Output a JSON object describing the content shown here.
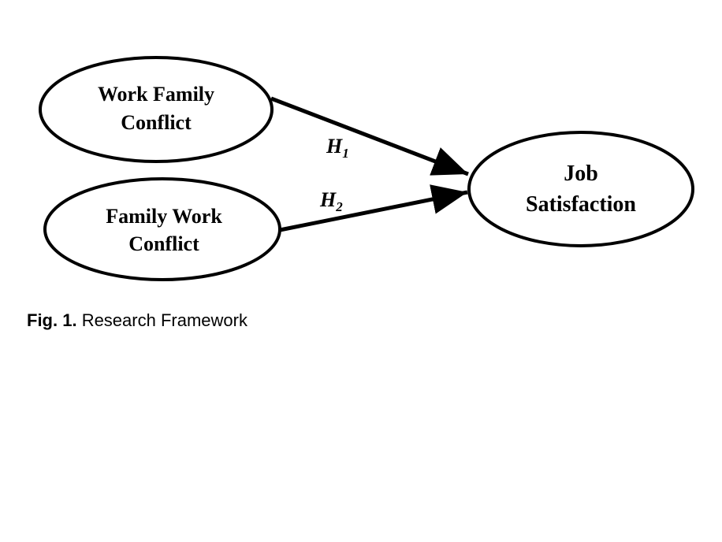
{
  "nodes": {
    "work_family_conflict": {
      "line1": "Work Family",
      "line2": "Conflict"
    },
    "family_work_conflict": {
      "line1": "Family Work",
      "line2": "Conflict"
    },
    "job_satisfaction": {
      "line1": "Job",
      "line2": "Satisfaction"
    }
  },
  "edges": {
    "h1": {
      "label": "H",
      "sub": "1"
    },
    "h2": {
      "label": "H",
      "sub": "2"
    }
  },
  "caption": {
    "prefix": "Fig. 1.",
    "text": "Research Framework"
  }
}
